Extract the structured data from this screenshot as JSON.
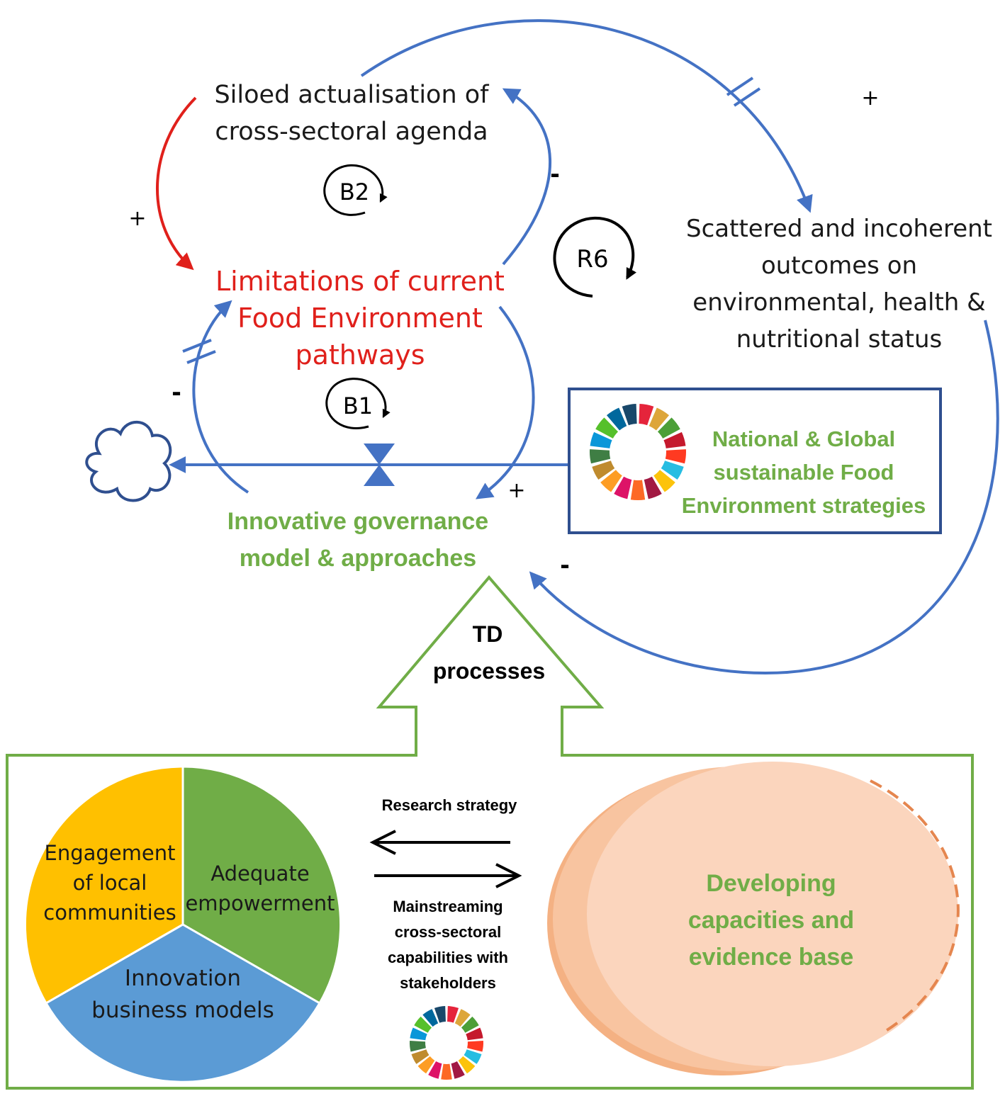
{
  "nodes": {
    "siloed": [
      "Siloed actualisation of",
      "cross-sectoral agenda"
    ],
    "limitations": [
      "Limitations of current",
      "Food Environment",
      "pathways"
    ],
    "scattered": [
      "Scattered and incoherent",
      "outcomes on",
      "environmental, health &",
      "nutritional status"
    ],
    "governance": [
      "Innovative governance",
      "model & approaches"
    ],
    "strategies": [
      "National & Global",
      "sustainable Food",
      "Environment strategies"
    ]
  },
  "loops": {
    "b2": "B2",
    "b1": "B1",
    "r6": "R6"
  },
  "polarities": {
    "top_right": "+",
    "left_red": "+",
    "minus_b2": "-",
    "minus_b1": "-",
    "plus_gov": "+",
    "minus_return": "-"
  },
  "td": [
    "TD",
    "processes"
  ],
  "pie": {
    "engagement": [
      "Engagement",
      "of local",
      "communities"
    ],
    "empowerment": [
      "Adequate",
      "empowerment"
    ],
    "innovation": [
      "Innovation",
      "business models"
    ]
  },
  "research_strategy": "Research strategy",
  "mainstreaming": [
    "Mainstreaming",
    "cross-sectoral",
    "capabilities with",
    "stakeholders"
  ],
  "developing": [
    "Developing",
    "capacities and",
    "evidence base"
  ],
  "colors": {
    "blue": "#4472c4",
    "red": "#e0201b",
    "green": "#70ad47",
    "navy": "#2f4f8f",
    "orange": "#f4b183",
    "pie_yellow": "#ffc000",
    "pie_green": "#70ad47",
    "pie_blue": "#5b9bd5"
  },
  "sdg_colors": [
    "#e5243b",
    "#dda63a",
    "#4c9f38",
    "#c5192d",
    "#ff3a21",
    "#26bde2",
    "#fcc30b",
    "#a21942",
    "#fd6925",
    "#dd1367",
    "#fd9d24",
    "#bf8b2e",
    "#3f7e44",
    "#0a97d9",
    "#56c02b",
    "#00689d",
    "#19486a"
  ]
}
